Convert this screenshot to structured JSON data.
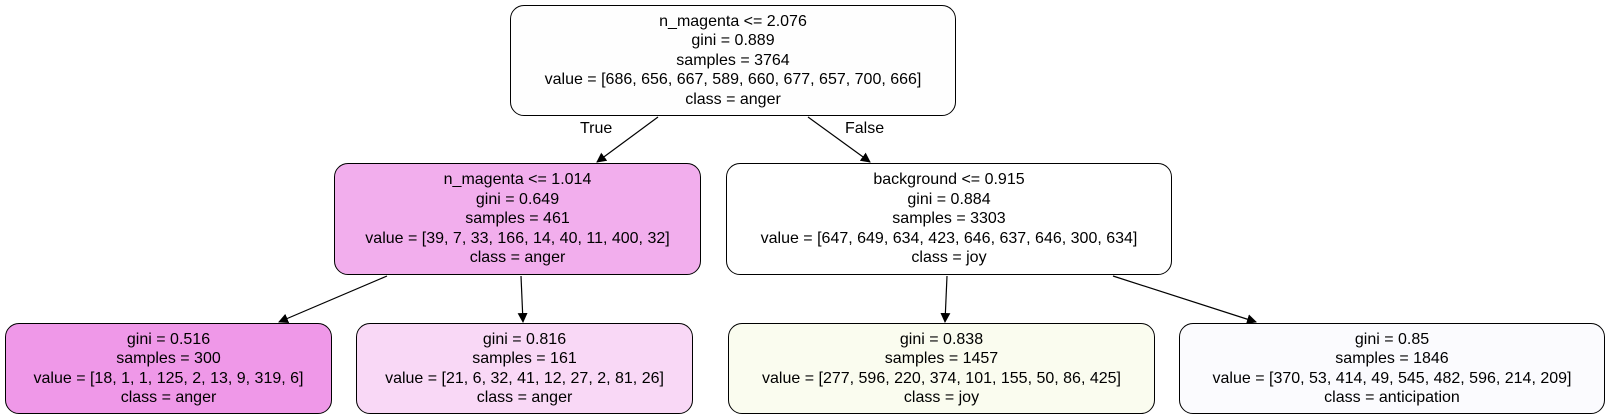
{
  "tree": {
    "edge_labels": {
      "true_label": "True",
      "false_label": "False"
    },
    "root": {
      "split": "n_magenta <= 2.076",
      "gini": "gini = 0.889",
      "samples": "samples = 3764",
      "value": "value = [686, 656, 667, 589, 660, 677, 657, 700, 666]",
      "class": "class = anger",
      "fill": "#fefefe"
    },
    "left": {
      "split": "n_magenta <= 1.014",
      "gini": "gini = 0.649",
      "samples": "samples = 461",
      "value": "value = [39, 7, 33, 166, 14, 40, 11, 400, 32]",
      "class": "class = anger",
      "fill": "#f2aeed"
    },
    "right": {
      "split": "background <= 0.915",
      "gini": "gini = 0.884",
      "samples": "samples = 3303",
      "value": "value = [647, 649, 634, 423, 646, 637, 646, 300, 634]",
      "class": "class = joy",
      "fill": "#ffffff"
    },
    "left_left": {
      "gini": "gini = 0.516",
      "samples": "samples = 300",
      "value": "value = [18, 1, 1, 125, 2, 13, 9, 319, 6]",
      "class": "class = anger",
      "fill": "#ef98e8"
    },
    "left_right": {
      "gini": "gini = 0.816",
      "samples": "samples = 161",
      "value": "value = [21, 6, 32, 41, 12, 27, 2, 81, 26]",
      "class": "class = anger",
      "fill": "#f9d8f6"
    },
    "right_left": {
      "gini": "gini = 0.838",
      "samples": "samples = 1457",
      "value": "value = [277, 596, 220, 374, 101, 155, 50, 86, 425]",
      "class": "class = joy",
      "fill": "#fafcef"
    },
    "right_right": {
      "gini": "gini = 0.85",
      "samples": "samples = 1846",
      "value": "value = [370, 53, 414, 49, 545, 482, 596, 214, 209]",
      "class": "class = anticipation",
      "fill": "#fbfbfe"
    }
  }
}
